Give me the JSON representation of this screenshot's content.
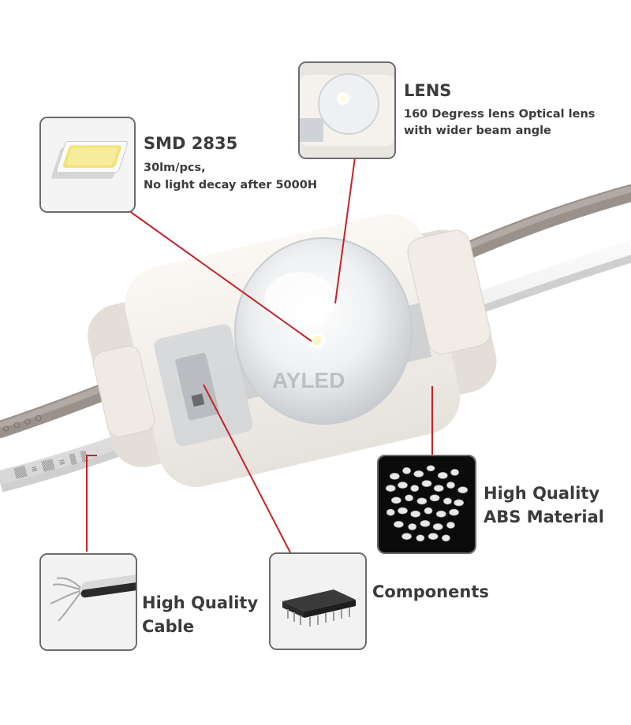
{
  "watermark": "AYLED",
  "colors": {
    "leader_line": "#c42329",
    "frame_border": "#6b6b6b",
    "text": "#3b3b3b"
  },
  "callouts": {
    "smd": {
      "title": "SMD 2835",
      "line1": "30lm/pcs,",
      "line2": "No light decay after 5000H",
      "icon": "smd-led-chip-icon"
    },
    "lens": {
      "title": "LENS",
      "line1": "160 Degress lens Optical lens",
      "line2": "with wider beam angle",
      "icon": "lens-closeup-icon"
    },
    "abs": {
      "line1": "High Quality",
      "line2": "ABS Material",
      "icon": "abs-pellets-icon"
    },
    "cable": {
      "line1": "High Quality",
      "line2": "Cable",
      "icon": "stripped-cable-icon"
    },
    "components": {
      "title": "Components",
      "icon": "ic-chip-icon"
    }
  }
}
